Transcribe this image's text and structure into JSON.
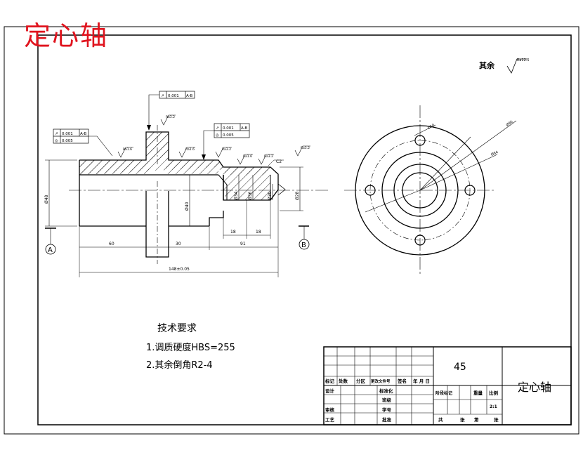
{
  "watermark_title": "定心轴",
  "surface_note": {
    "label": "其余",
    "roughness": "Ra12.5"
  },
  "datums": {
    "a": "A",
    "b": "B"
  },
  "tolerance_frames": [
    {
      "symbol": "↗",
      "value": "0.001",
      "datum": "A-B"
    },
    {
      "symbol": "↗",
      "value": "0.001",
      "datum": "A-B"
    },
    {
      "symbol": "◎",
      "value": "0.005"
    },
    {
      "symbol": "↗",
      "value": "0.001",
      "datum": "A-B"
    },
    {
      "symbol": "◎",
      "value": "0.005"
    }
  ],
  "roughness_marks": [
    "Ra3.2",
    "Ra1.6",
    "Ra1.6",
    "Ra3.2",
    "Ra1.6",
    "Ra3.2",
    "Ra3.2"
  ],
  "chamfer": "C2",
  "dims": {
    "d1": "Ø48",
    "d2": "Ø40",
    "d3": "Ø34",
    "d4": "Ø36",
    "d5": "Ø30",
    "d6": "Ø28",
    "l1": "60",
    "l2": "30",
    "l3": "91",
    "l4": "18",
    "l5": "18",
    "total": "148±0.05",
    "pcd": "Ø96",
    "outer": "Ø84",
    "hole": "Ø10"
  },
  "tech": {
    "title": "技术要求",
    "items": [
      "1.调质硬度HBS=255",
      "2.其余倒角R2-4"
    ]
  },
  "title_block": {
    "material": "45",
    "part_name": "定心轴",
    "scale": "2:1",
    "headers": [
      "标记",
      "处数",
      "分区",
      "更改文件号",
      "签名",
      "年 月 日"
    ],
    "rows_left": [
      "设计",
      "审核",
      "工艺"
    ],
    "rows_mid": [
      "标准化",
      "批准"
    ],
    "mid_labels": [
      "班级",
      "学号"
    ],
    "stage_labels": [
      "阶段标记",
      "重量",
      "比例"
    ],
    "sheet_labels": [
      "共",
      "张",
      "第",
      "张"
    ]
  }
}
